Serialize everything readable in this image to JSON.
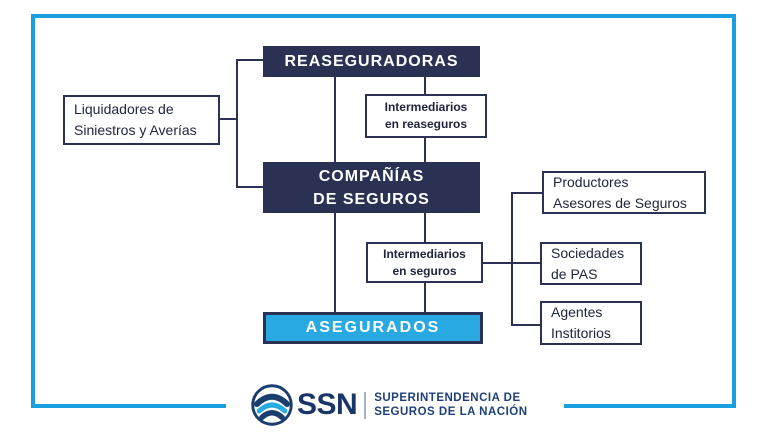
{
  "diagram": {
    "nodes": {
      "reaseguradoras": {
        "label": "REASEGURADORAS"
      },
      "liquidadores": {
        "line1": "Liquidadores de",
        "line2": "Siniestros y Averías"
      },
      "intermediarios_reaseguros": {
        "line1": "Intermediarios",
        "line2": "en reaseguros"
      },
      "companias": {
        "line1": "COMPAÑÍAS",
        "line2": "DE SEGUROS"
      },
      "productores": {
        "line1": "Productores",
        "line2": "Asesores de Seguros"
      },
      "intermediarios_seguros": {
        "line1": "Intermediarios",
        "line2": "en seguros"
      },
      "sociedades": {
        "line1": "Sociedades",
        "line2": "de PAS"
      },
      "agentes": {
        "line1": "Agentes",
        "line2": "Institorios"
      },
      "asegurados": {
        "label": "ASEGURADOS"
      }
    },
    "colors": {
      "navy": "#2A3153",
      "cyan": "#29A9E2",
      "frame_blue": "#189FE0",
      "logo_navy": "#1C3E6E",
      "logo_cyan": "#29ABE2"
    }
  },
  "footer": {
    "logo_text": "SSN",
    "org_line1": "SUPERINTENDENCIA DE",
    "org_line2": "SEGUROS DE LA NACIÓN"
  }
}
